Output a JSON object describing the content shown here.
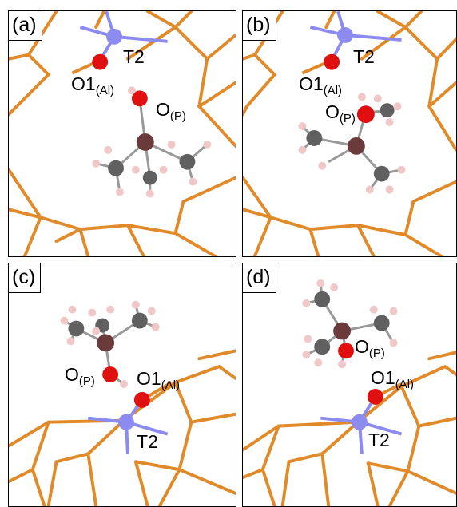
{
  "panels": [
    {
      "id": "a",
      "tag": "(a)",
      "labels": {
        "t2": "T2",
        "o1": "O1",
        "o1_sub": "(Al)",
        "op": "O",
        "op_sub": "(P)"
      }
    },
    {
      "id": "b",
      "tag": "(b)",
      "labels": {
        "t2": "T2",
        "o1": "O1",
        "o1_sub": "(Al)",
        "op": "O",
        "op_sub": "(P)"
      }
    },
    {
      "id": "c",
      "tag": "(c)",
      "labels": {
        "t2": "T2",
        "o1": "O1",
        "o1_sub": "(Al)",
        "op": "O",
        "op_sub": "(P)"
      }
    },
    {
      "id": "d",
      "tag": "(d)",
      "labels": {
        "t2": "T2",
        "o1": "O1",
        "o1_sub": "(Al)",
        "op": "O",
        "op_sub": "(P)"
      }
    }
  ],
  "colors": {
    "framework": "#e08a2a",
    "aluminum_site": "#8c8cf0",
    "oxygen": "#e01010",
    "phosphorus": "#6b3a3a",
    "carbon": "#606060",
    "hydrogen": "#f0c8c8",
    "border": "#000000"
  }
}
